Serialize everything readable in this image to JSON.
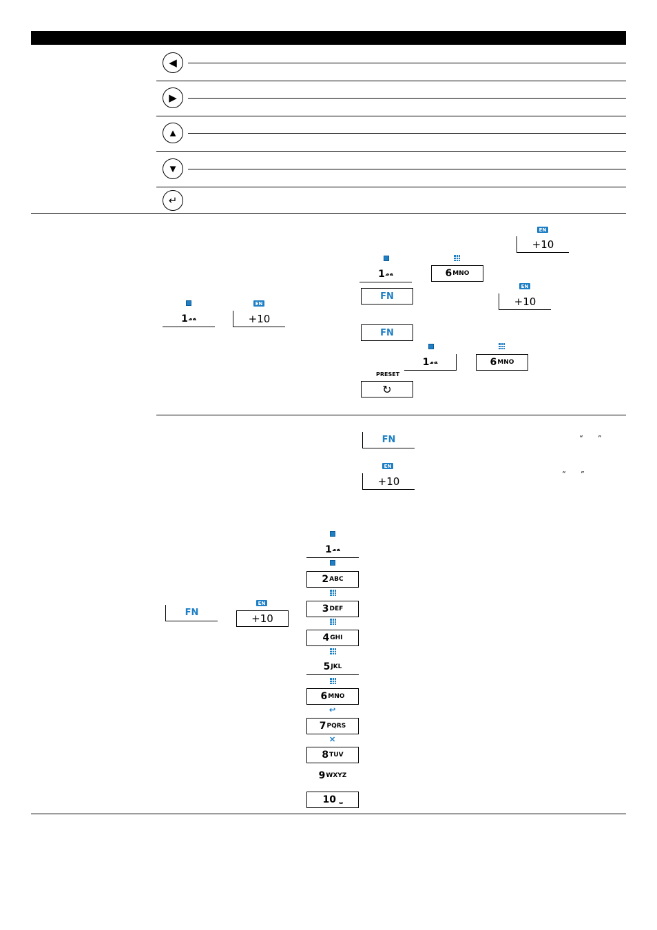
{
  "nav_keys": [
    {
      "icon": "left-arrow-icon",
      "glyph": "◀"
    },
    {
      "icon": "right-arrow-icon",
      "glyph": "▶"
    },
    {
      "icon": "up-arrow-icon",
      "glyph": "▲"
    },
    {
      "icon": "down-arrow-icon",
      "glyph": "▼"
    },
    {
      "icon": "enter-icon",
      "glyph": "↵"
    }
  ],
  "keys": {
    "k1": "1",
    "k1_sub": "ﻪﻣ",
    "plus10": "+10",
    "k6": "6",
    "k6_sub": "MNO",
    "fn": "FN",
    "en_tag": "EN",
    "preset": "PRESET",
    "preset_glyph": "↻",
    "k2": "2",
    "k2_sub": "ABC",
    "k3": "3",
    "k3_sub": "DEF",
    "k4": "4",
    "k4_sub": "GHI",
    "k5": "5",
    "k5_sub": "JKL",
    "k7": "7",
    "k7_sub": "PQRS",
    "k8": "8",
    "k8_sub": "TUV",
    "k9": "9",
    "k9_sub": "WXYZ",
    "k10": "10",
    "k10_sub": "⎵"
  },
  "quotes": {
    "open": "“",
    "close": "”"
  },
  "colors": {
    "accent": "#1f7fc4",
    "text": "#000000",
    "header": "#000000"
  }
}
